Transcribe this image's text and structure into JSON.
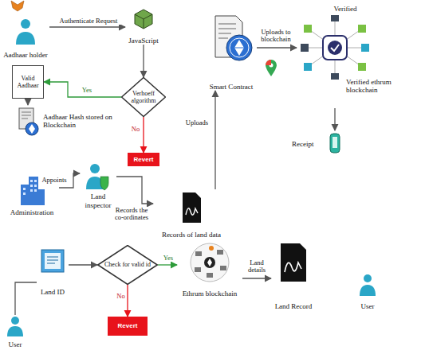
{
  "diagram": {
    "nodes": [
      {
        "text": [
          "Aadhaar holder"
        ]
      },
      {
        "text": [
          "JavaScript"
        ]
      },
      {
        "text": [
          "Verhoeff algorithm"
        ]
      },
      {
        "text": [
          "Valid Aadhaar"
        ]
      },
      {
        "text": [
          "Aadhaar Hash stored on Blockchain"
        ]
      },
      {
        "text": [
          "Revert"
        ]
      },
      {
        "text": [
          "Administration"
        ]
      },
      {
        "text": [
          "Land inspector"
        ]
      },
      {
        "text": [
          "Records of land data"
        ]
      },
      {
        "text": [
          "Smart Contract"
        ]
      },
      {
        "text": [
          "Verified",
          "Verified ethrum blockchain"
        ]
      },
      {
        "text": [
          "Receipt"
        ]
      },
      {
        "text": [
          "Land ID"
        ]
      },
      {
        "text": [
          "Check for valid id"
        ]
      },
      {
        "text": [
          "Revert"
        ]
      },
      {
        "text": [
          "Ethrum blockchain"
        ]
      },
      {
        "text": [
          "Land Record"
        ]
      },
      {
        "text": [
          "User"
        ]
      },
      {
        "text": [
          "User"
        ]
      }
    ],
    "edges": [
      {
        "from": 0,
        "to": 1,
        "label": "Authenticate Request",
        "arrow": "to"
      },
      {
        "from": 1,
        "to": 2,
        "arrow": "to"
      },
      {
        "from": 2,
        "to": 3,
        "label": "Yes",
        "arrow": "to"
      },
      {
        "from": 3,
        "to": 4,
        "arrow": "to"
      },
      {
        "from": 2,
        "to": 5,
        "label": "No",
        "arrow": "to"
      },
      {
        "from": 6,
        "to": 7,
        "label": "Appoints",
        "arrow": "to"
      },
      {
        "from": 7,
        "to": 8,
        "label": "Records the co-ordinates",
        "arrow": "to"
      },
      {
        "from": 8,
        "to": 9,
        "label": "Uploads",
        "arrow": "to"
      },
      {
        "from": 9,
        "to": 10,
        "label": "Uploads to blockchain",
        "arrow": "to"
      },
      {
        "from": 10,
        "to": 11,
        "arrow": "to"
      },
      {
        "from": 12,
        "to": 13,
        "arrow": "to"
      },
      {
        "from": 13,
        "to": 15,
        "label": "Yes",
        "arrow": "to"
      },
      {
        "from": 13,
        "to": 14,
        "label": "No",
        "arrow": "to"
      },
      {
        "from": 15,
        "to": 16,
        "label": "Land details",
        "arrow": "to"
      },
      {
        "from": 18,
        "to": 12,
        "arrow": "none"
      }
    ]
  }
}
